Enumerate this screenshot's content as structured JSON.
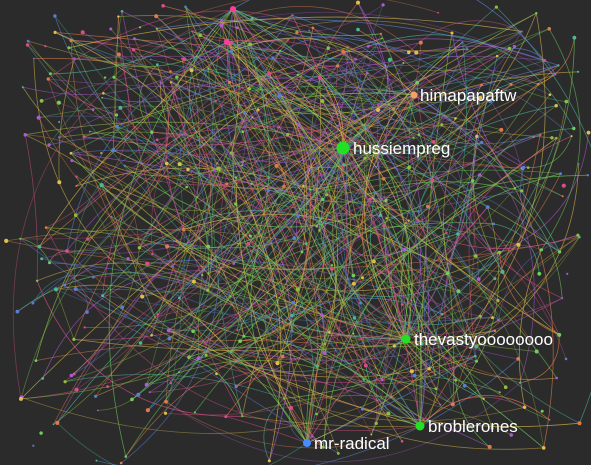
{
  "colors": {
    "background": "#2b2b2b",
    "edge_palette": [
      "#d94f8a",
      "#8fbf3f",
      "#5a7fd1",
      "#e0c04a",
      "#4cb89a",
      "#b05ad6",
      "#e07a4a",
      "#6fcf5a"
    ],
    "node_green": "#22e022",
    "node_orange": "#f4a460",
    "node_blue": "#4a8cff",
    "node_pink": "#ff3e9a",
    "label": "#ffffff"
  },
  "labeled_nodes": [
    {
      "id": "himapapaftw",
      "label": "himapapaftw",
      "color": "#f4a460"
    },
    {
      "id": "hussiempreg",
      "label": "hussiempreg",
      "color": "#22e022"
    },
    {
      "id": "thevastyoooooooo",
      "label": "thevastyoooooooo",
      "color": "#22e022"
    },
    {
      "id": "broblerones",
      "label": "broblerones",
      "color": "#22e022"
    },
    {
      "id": "mr-radical",
      "label": "mr-radical",
      "color": "#4a8cff"
    }
  ]
}
